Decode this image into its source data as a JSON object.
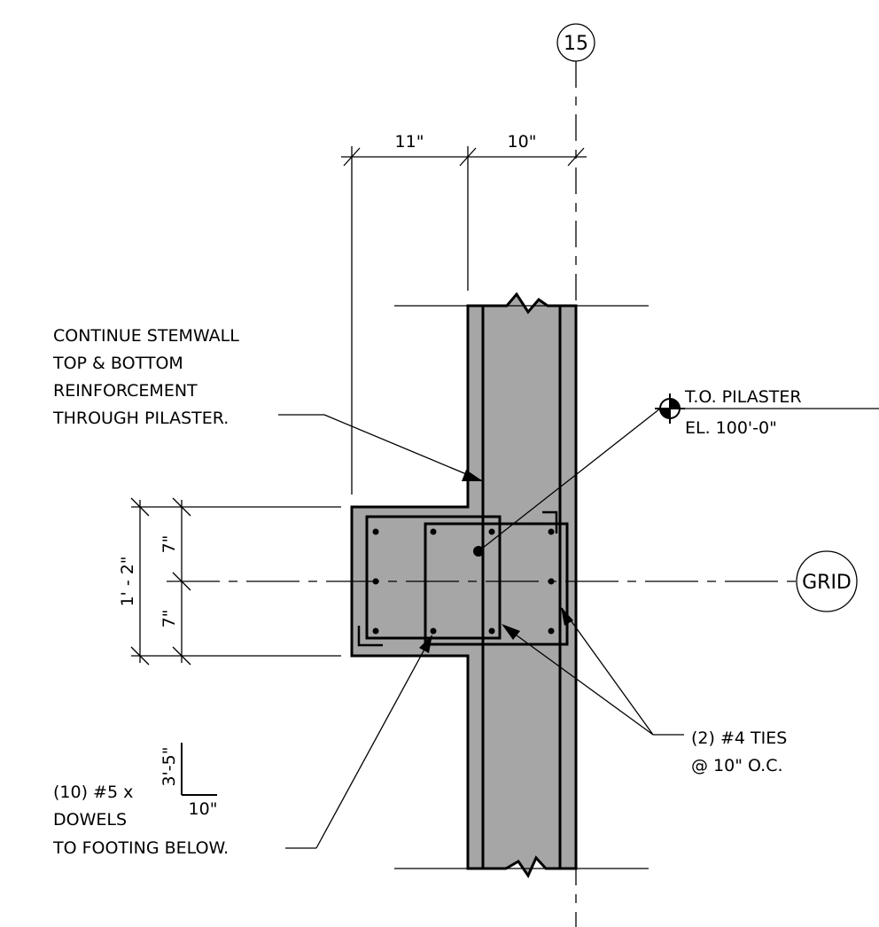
{
  "grid": {
    "column_bubble": "15",
    "row_bubble": "GRID"
  },
  "dimensions": {
    "top_left": "11\"",
    "top_right": "10\"",
    "side_total": "1' - 2\"",
    "side_upper": "7\"",
    "side_lower": "7\""
  },
  "notes": {
    "stemwall": [
      "CONTINUE STEMWALL",
      "TOP & BOTTOM",
      "REINFORCEMENT",
      "THROUGH PILASTER."
    ],
    "elevation_title": "T.O. PILASTER",
    "elevation_value": "EL. 100'-0\"",
    "ties": [
      "(2) #4 TIES",
      "@ 10\" O.C."
    ],
    "dowels_prefix": "(10) #5 x",
    "dowels_vertical": "3'-5\"",
    "dowels_horizontal": "10\"",
    "dowels_lines": [
      "DOWELS",
      "TO FOOTING BELOW."
    ]
  },
  "colors": {
    "concrete": "#a6a6a6",
    "line": "#000000"
  }
}
